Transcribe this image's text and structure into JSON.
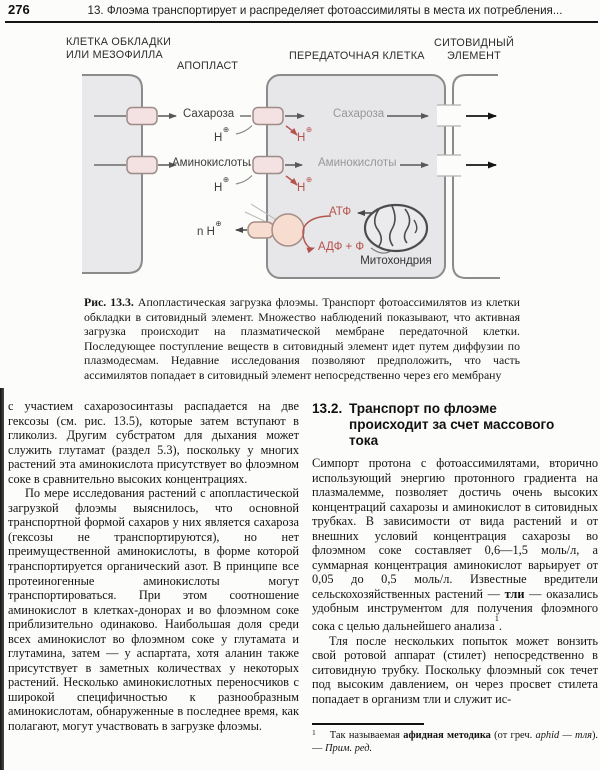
{
  "page": {
    "number": "276",
    "running_header": "13. Флоэма транспортирует и распределяет фотоассимиляты в места их потребления..."
  },
  "diagram": {
    "labels": {
      "cell1_line1": "КЛЕТКА ОБКЛАДКИ",
      "cell1_line2": "ИЛИ МЕЗОФИЛЛА",
      "apoplast": "АПОПЛАСТ",
      "transfer_cell": "ПЕРЕДАТОЧНАЯ КЛЕТКА",
      "sieve_line1": "СИТОВИДНЫЙ",
      "sieve_line2": "ЭЛЕМЕНТ"
    },
    "molecules": {
      "sucrose_apoplast": "Сахароза",
      "sucrose_cell": "Сахароза",
      "amino_apoplast": "Аминокислоты",
      "amino_cell": "Аминокислоты",
      "proton": "H",
      "proton_sup": "⊕",
      "n_protons": "n H",
      "atp": "АТФ",
      "adp": "АДФ + Ф",
      "mitochondrion": "Митохондрия"
    },
    "colors": {
      "red_accent": "#b5524c",
      "cell_fill": "#e8e8ea",
      "membrane": "#8b8b8b",
      "transporter_fill": "#f3e2e1",
      "pump_fill": "#f6ddcf"
    }
  },
  "caption": {
    "label": "Рис. 13.3.",
    "text": " Апопластическая загрузка флоэмы. Транспорт фотоассимилятов из клетки обкладки в ситовидный элемент. Множество наблюдений показывают, что активная загрузка происходит на плазматической мембране передаточной клетки. Последующее поступление веществ в ситовидный элемент идет путем диффузии по плазмодесмам. Недавние исследования позволяют предположить, что часть ассимилятов попадает в ситовидный элемент непосредственно через его мембрану"
  },
  "left_column": {
    "para1": "с участием сахарозосинтазы распадается на две гексозы (см. рис. 13.5), которые затем вступают в гликолиз. Другим субстратом для дыхания может служить глутамат (раздел 5.3), поскольку у многих растений эта аминокислота присутствует во флоэмном соке в сравнительно высоких концентрациях.",
    "para2": "По мере исследования растений с апопластической загрузкой флоэмы выяснилось, что основной транспортной формой сахаров у них является сахароза (гексозы не транспортируются), но нет преимущественной аминокислоты, в форме которой транспортируется органический азот. В принципе все протеиногенные аминокислоты могут транспортироваться. При этом соотношение аминокислот в клетках-донорах и во флоэмном соке приблизительно одинаково. Наибольшая доля среди всех аминокислот во флоэмном соке у глутамата и глутамина, затем — у аспартата, хотя аланин также присутствует в заметных количествах у некоторых растений. Несколько аминокислотных переносчиков с широкой специфичностью к разнообразным аминокислотам, обнаруженные в последнее время, как полагают, могут участвовать в загрузке флоэмы."
  },
  "right_column": {
    "heading_number": "13.2.",
    "heading_text": "Транспорт по флоэме происходит за счет массового тока",
    "para1_before": "Симпорт протона с фотоассимилятами, вторично использующий энергию протонного градиента на плазмалемме, позволяет достичь очень высоких концентраций сахарозы и аминокислот в ситовидных трубках. В зависимости от вида растений и от внешних условий концентрация сахарозы во флоэмном соке составляет 0,6—1,5 моль/л, а суммарная концентрация аминокислот варьирует от 0,05 до 0,5 моль/л. Известные вредители сельскохозяйственных растений — ",
    "para1_bold": "тли",
    "para1_after": " — оказались удобным инструментом для получения флоэмного сока с целью дальнейшего анализа",
    "para1_note_ref": "1",
    "para1_end": ".",
    "para2": "Тля после нескольких попыток может вонзить свой ротовой аппарат (стилет) непосредственно в ситовидную трубку. Поскольку флоэмный сок течет под высоким давлением, он через просвет стилета попадает в организм тли и служит ис-"
  },
  "footnote": {
    "marker": "1",
    "t1": "Так называемая ",
    "b1": "афидная методика",
    "t2": " (от греч. ",
    "i1": "aphid — тля",
    "t3": "). — ",
    "i2": "Прим. ред."
  }
}
